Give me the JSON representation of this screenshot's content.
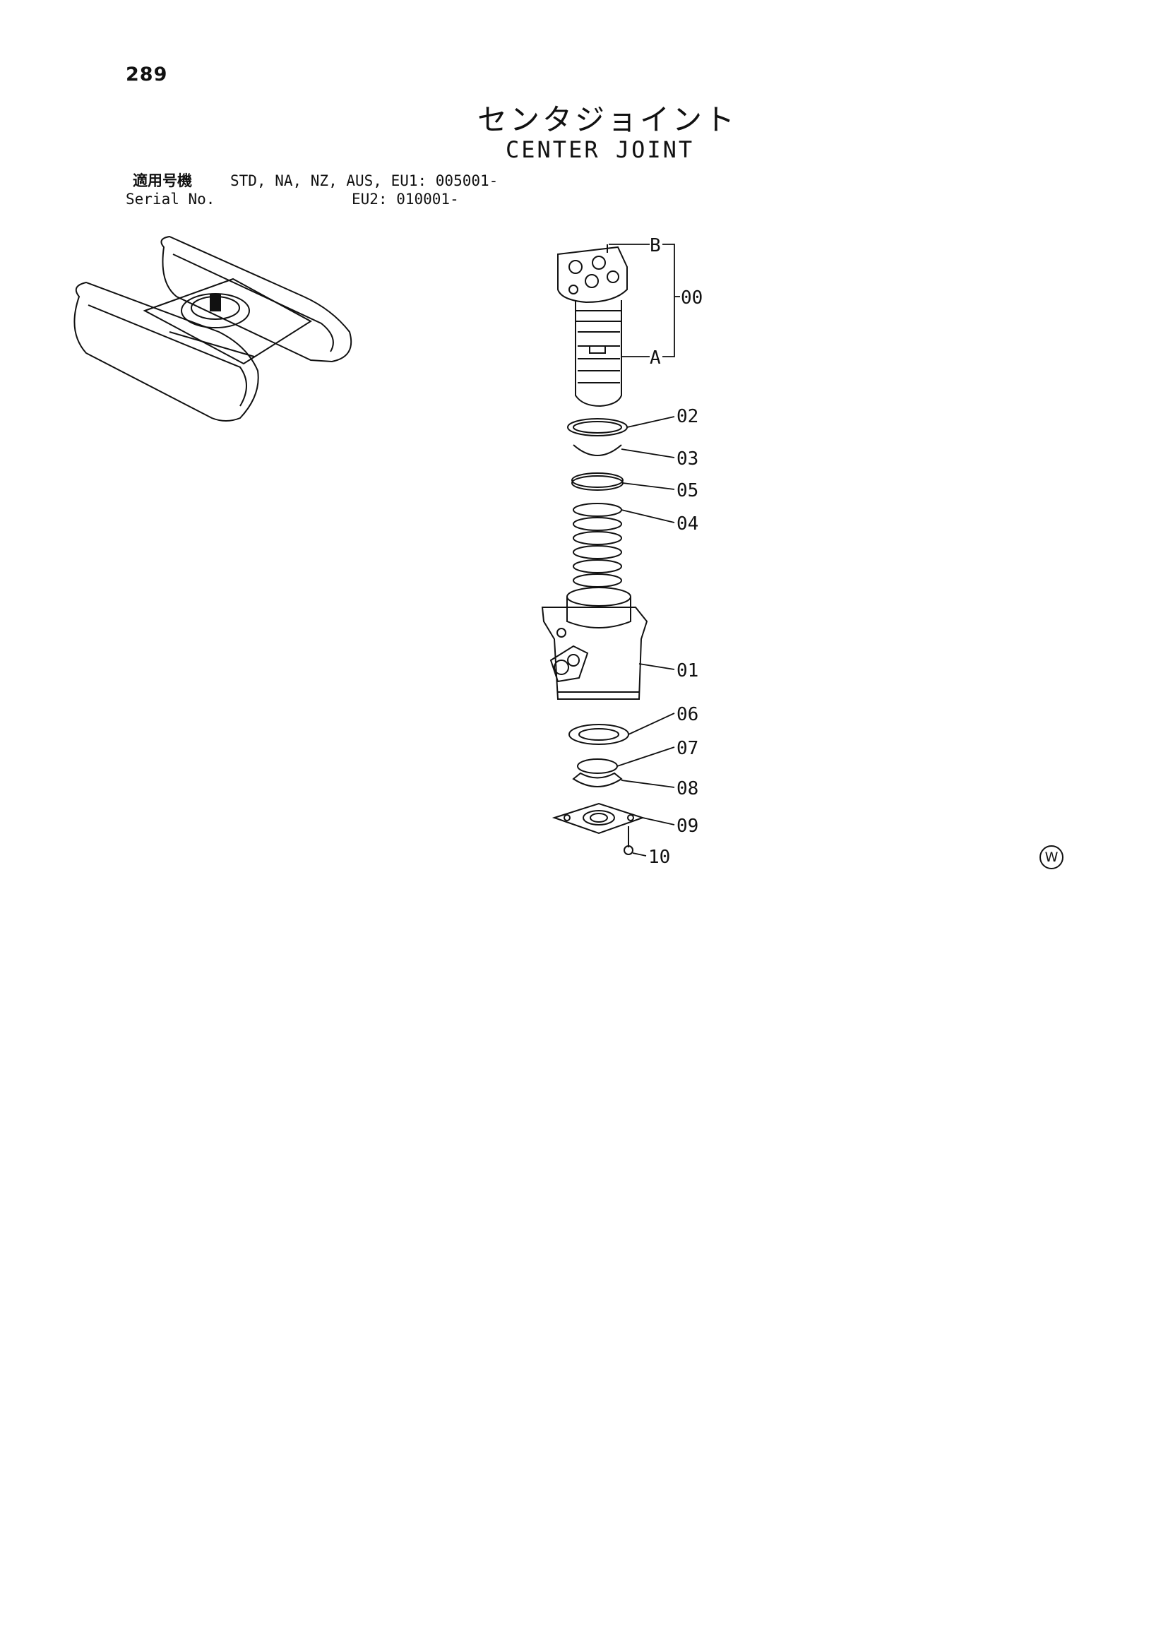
{
  "page": {
    "number": "289",
    "title_jp": "センタジョイント",
    "title_en": "CENTER JOINT"
  },
  "serial": {
    "label_jp": "適用号機",
    "label_en": "Serial No.",
    "models_line1": "STD, NA, NZ, AUS, EU1: 005001-",
    "models_line2": "EU2: 010001-"
  },
  "callouts": [
    {
      "id": "B",
      "text": "B"
    },
    {
      "id": "00",
      "text": "00"
    },
    {
      "id": "A",
      "text": "A"
    },
    {
      "id": "02",
      "text": "02"
    },
    {
      "id": "03",
      "text": "03"
    },
    {
      "id": "05",
      "text": "05"
    },
    {
      "id": "04",
      "text": "04"
    },
    {
      "id": "01",
      "text": "01"
    },
    {
      "id": "06",
      "text": "06"
    },
    {
      "id": "07",
      "text": "07"
    },
    {
      "id": "08",
      "text": "08"
    },
    {
      "id": "09",
      "text": "09"
    },
    {
      "id": "10",
      "text": "10"
    }
  ],
  "mark": "W"
}
